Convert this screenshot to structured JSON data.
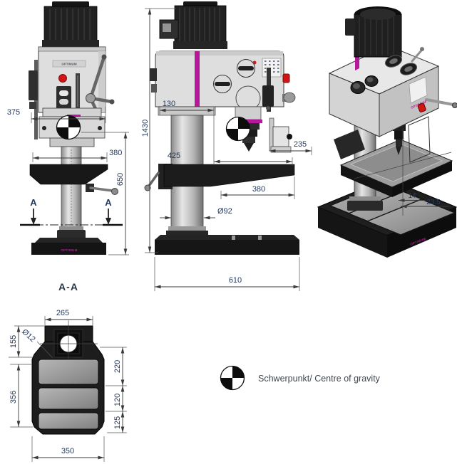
{
  "drawing": {
    "brand": "OPTIMUM",
    "section_title": "A-A",
    "legend": {
      "label": "Schwerpunkt/ Centre of gravity",
      "symbol": "centre-of-gravity-icon"
    },
    "colors": {
      "annotation": "#263a5e",
      "magenta": "#b5189a",
      "red": "#d21414"
    },
    "views": {
      "side": {
        "section_marker": "A",
        "dims": {
          "d375": "375",
          "d380": "380",
          "d650": "650"
        }
      },
      "front": {
        "dims": {
          "d1430": "1430",
          "d130": "130",
          "d425": "425",
          "d235": "235",
          "d380": "380",
          "d92": "Ø92",
          "d610": "610"
        }
      },
      "iso": {
        "dims": {
          "d14": "14",
          "d23_5": "23,5"
        }
      },
      "section": {
        "dims": {
          "d265": "265",
          "d12": "Ø12",
          "d155": "155",
          "d356": "356",
          "d220": "220",
          "d120": "120",
          "d125": "125",
          "d350": "350"
        }
      }
    }
  }
}
